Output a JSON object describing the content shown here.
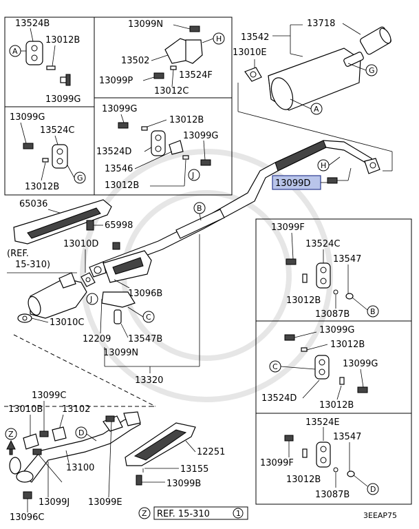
{
  "colors": {
    "highlight": "#b9c5ea",
    "highlight_border": "#2c3b8f"
  },
  "labels": {
    "p13524B": "13524B",
    "p13012B_a": "13012B",
    "p13099G_a": "13099G",
    "p13099N_top": "13099N",
    "p13502": "13502",
    "p13524F": "13524F",
    "p13099P": "13099P",
    "p13012C": "13012C",
    "p13542": "13542",
    "p13718": "13718",
    "p13010E": "13010E",
    "p13099G_b": "13099G",
    "p13524C_a": "13524C",
    "p13012B_b": "13012B",
    "p13099G_c": "13099G",
    "p13012B_c": "13012B",
    "p13524D_a": "13524D",
    "p13099G_d": "13099G",
    "p13546": "13546",
    "p13012B_d": "13012B",
    "p13099D": "13099D",
    "p65036": "65036",
    "p65998": "65998",
    "ref_a": "(REF.",
    "ref_a2": "15-310)",
    "p13010D": "13010D",
    "p13096B": "13096B",
    "p13010C": "13010C",
    "p12209": "12209",
    "p13547B": "13547B",
    "p13099N": "13099N",
    "p13320": "13320",
    "p13099F_a": "13099F",
    "p13524C_b": "13524C",
    "p13547_a": "13547",
    "p13012B_e": "13012B",
    "p13087B_a": "13087B",
    "p13099G_e": "13099G",
    "p13012B_f": "13012B",
    "p13099G_f": "13099G",
    "p13524D_b": "13524D",
    "p13012B_g": "13012B",
    "p13524E": "13524E",
    "p13547_b": "13547",
    "p13099F_b": "13099F",
    "p13012B_h": "13012B",
    "p13087B_b": "13087B",
    "p13099C": "13099C",
    "p13010B": "13010B",
    "p13102": "13102",
    "p13100": "13100",
    "p13099J": "13099J",
    "p13099E": "13099E",
    "p13096C": "13096C",
    "p12251": "12251",
    "p13155": "13155",
    "p13099B": "13099B",
    "ref_b": "REF. 15-310",
    "footer_code": "3EEAP75",
    "letter_A": "A",
    "letter_B": "B",
    "letter_C": "C",
    "letter_D": "D",
    "letter_G": "G",
    "letter_H": "H",
    "letter_J": "J",
    "letter_Z": "Z",
    "num_1": "1"
  }
}
